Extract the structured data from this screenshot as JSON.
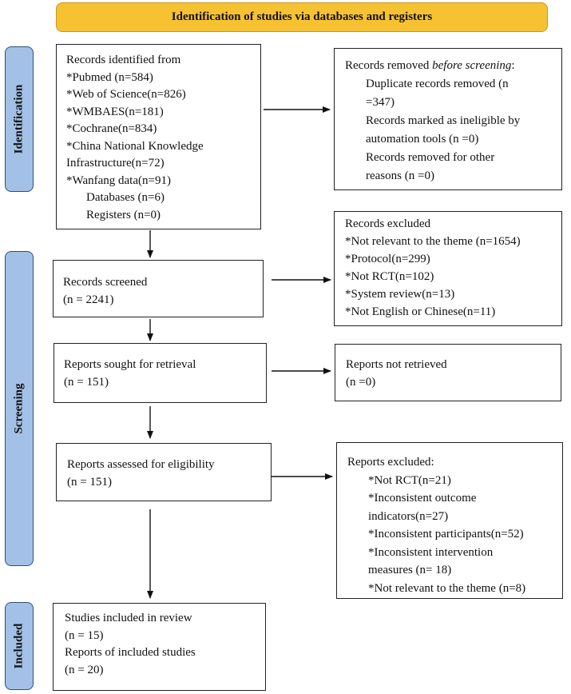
{
  "header": "Identification of studies via databases and registers",
  "phases": {
    "identification": "Identification",
    "screening": "Screening",
    "included": "Included"
  },
  "identified": {
    "title": "Records identified from",
    "sources": [
      "*Pubmed (n=584)",
      "*Web of Science(n=826)",
      "*WMBAES(n=181)",
      "*Cochrane(n=834)",
      "*China National Knowledge",
      "Infrastructure(n=72)",
      "*Wanfang data(n=91)"
    ],
    "databases": "Databases (n=6)",
    "registers": "Registers (n=0)"
  },
  "removed": {
    "title_prefix": "Records removed ",
    "title_emph": "before screening",
    "title_suffix": ":",
    "lines": [
      "Duplicate records removed (n",
      "=347)",
      "Records marked as ineligible by",
      "automation tools (n =0)",
      "Records removed for other",
      "reasons (n =0)"
    ]
  },
  "screened": {
    "title": "Records screened",
    "count": "(n = 2241)"
  },
  "excluded_records": {
    "title": "Records excluded",
    "lines": [
      "*Not relevant to the theme (n=1654)",
      "*Protocol(n=299)",
      "*Not RCT(n=102)",
      "*System review(n=13)",
      "*Not English or Chinese(n=11)"
    ]
  },
  "sought": {
    "title": "Reports sought for retrieval",
    "count": "(n = 151)"
  },
  "not_retrieved": {
    "title": "Reports not retrieved",
    "count": "(n =0)"
  },
  "assessed": {
    "title": "Reports assessed for eligibility",
    "count": "(n = 151)"
  },
  "excluded_reports": {
    "title": "Reports excluded:",
    "lines": [
      "*Not RCT(n=21)",
      "*Inconsistent outcome",
      "indicators(n=27)",
      "*Inconsistent participants(n=52)",
      "*Inconsistent intervention",
      "measures (n= 18)",
      "*Not relevant to the theme (n=8)"
    ]
  },
  "included": {
    "studies_title": "Studies included in review",
    "studies_count": "(n = 15)",
    "reports_title": "Reports of included studies",
    "reports_count": "(n = 20)"
  }
}
